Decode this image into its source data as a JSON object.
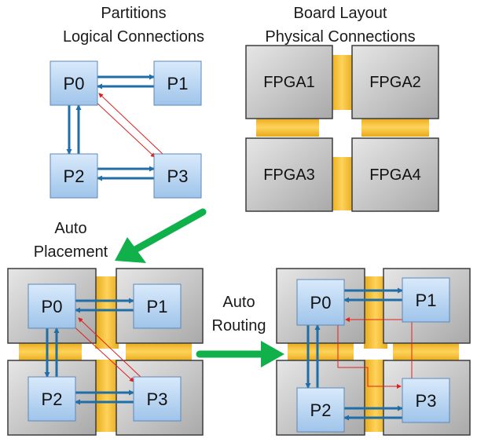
{
  "titles": {
    "partitions_line1": "Partitions",
    "partitions_line2": "Logical Connections",
    "board_line1": "Board Layout",
    "board_line2": "Physical Connections"
  },
  "steps": {
    "auto_placement_line1": "Auto",
    "auto_placement_line2": "Placement",
    "auto_routing_line1": "Auto",
    "auto_routing_line2": "Routing"
  },
  "partitions": [
    "P0",
    "P1",
    "P2",
    "P3"
  ],
  "fpgas": [
    "FPGA1",
    "FPGA2",
    "FPGA3",
    "FPGA4"
  ],
  "colors": {
    "partition_fill": "#bcd8f4",
    "partition_stroke": "#5b88b8",
    "fpga_fill": "#cfcfcf",
    "fpga_stroke": "#3c3c3c",
    "board_connector": "#f0b92c",
    "logical_link": "#1f6ea8",
    "routed_link": "#e0201e",
    "flow_arrow": "#10b04a"
  }
}
